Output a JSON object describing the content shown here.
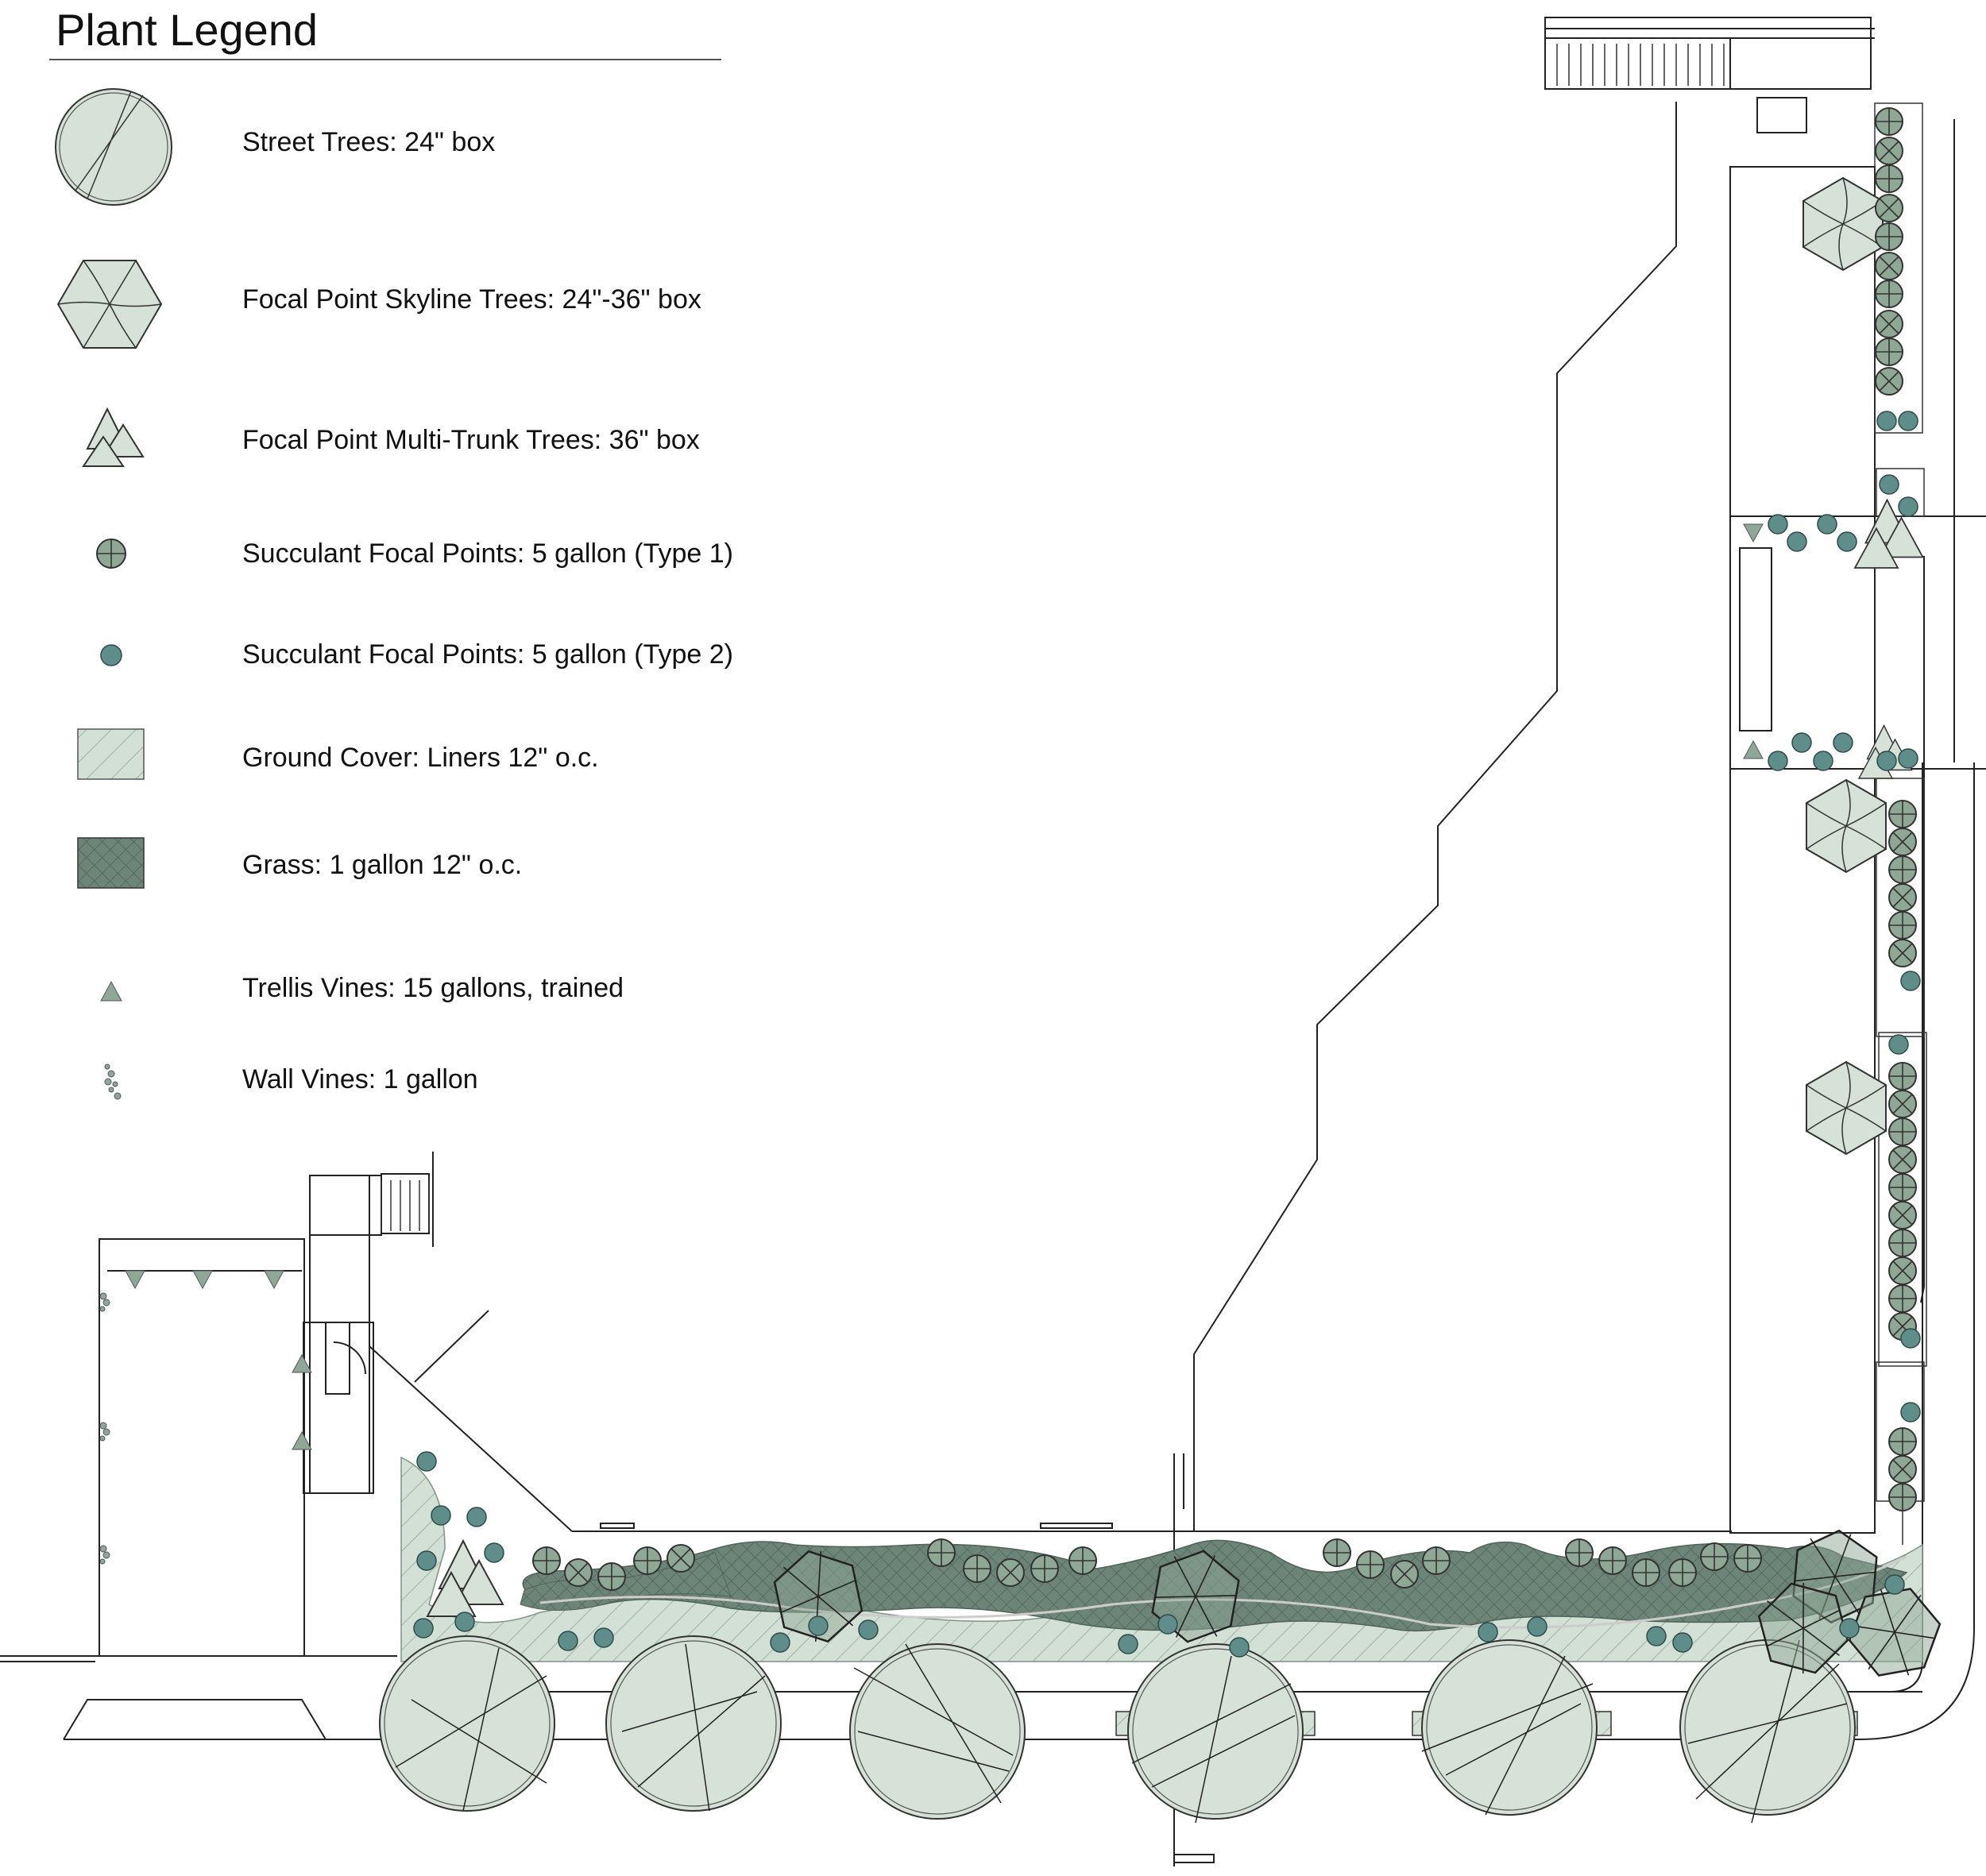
{
  "legend": {
    "title": "Plant Legend",
    "items": [
      {
        "key": "street_tree",
        "label": "Street Trees: 24\" box",
        "icon": "street-tree-icon"
      },
      {
        "key": "skyline_tree",
        "label": "Focal Point Skyline Trees: 24\"-36\" box",
        "icon": "skyline-tree-icon"
      },
      {
        "key": "multitrunk",
        "label": "Focal Point Multi-Trunk Trees: 36\" box",
        "icon": "multi-trunk-tree-icon"
      },
      {
        "key": "succ1",
        "label": "Succulant Focal Points: 5 gallon (Type 1)",
        "icon": "succulent-type1-icon"
      },
      {
        "key": "succ2",
        "label": "Succulant Focal Points:  5 gallon (Type 2)",
        "icon": "succulent-type2-icon"
      },
      {
        "key": "groundcover",
        "label": "Ground Cover: Liners 12\" o.c.",
        "icon": "ground-cover-swatch"
      },
      {
        "key": "grass",
        "label": "Grass: 1 gallon 12\" o.c.",
        "icon": "grass-swatch"
      },
      {
        "key": "trellis",
        "label": "Trellis Vines: 15 gallons, trained",
        "icon": "trellis-vine-icon"
      },
      {
        "key": "wallvine",
        "label": "Wall Vines: 1 gallon",
        "icon": "wall-vine-icon"
      }
    ]
  },
  "colors": {
    "plant_fill": "#d6e2d8",
    "plant_stroke": "#333333",
    "succulent_fill": "#8fa896",
    "succulent2_fill": "#5f8e8a",
    "grass_fill": "#6d8479",
    "groundcover_fill": "#d3e0d5",
    "line": "#222222"
  }
}
